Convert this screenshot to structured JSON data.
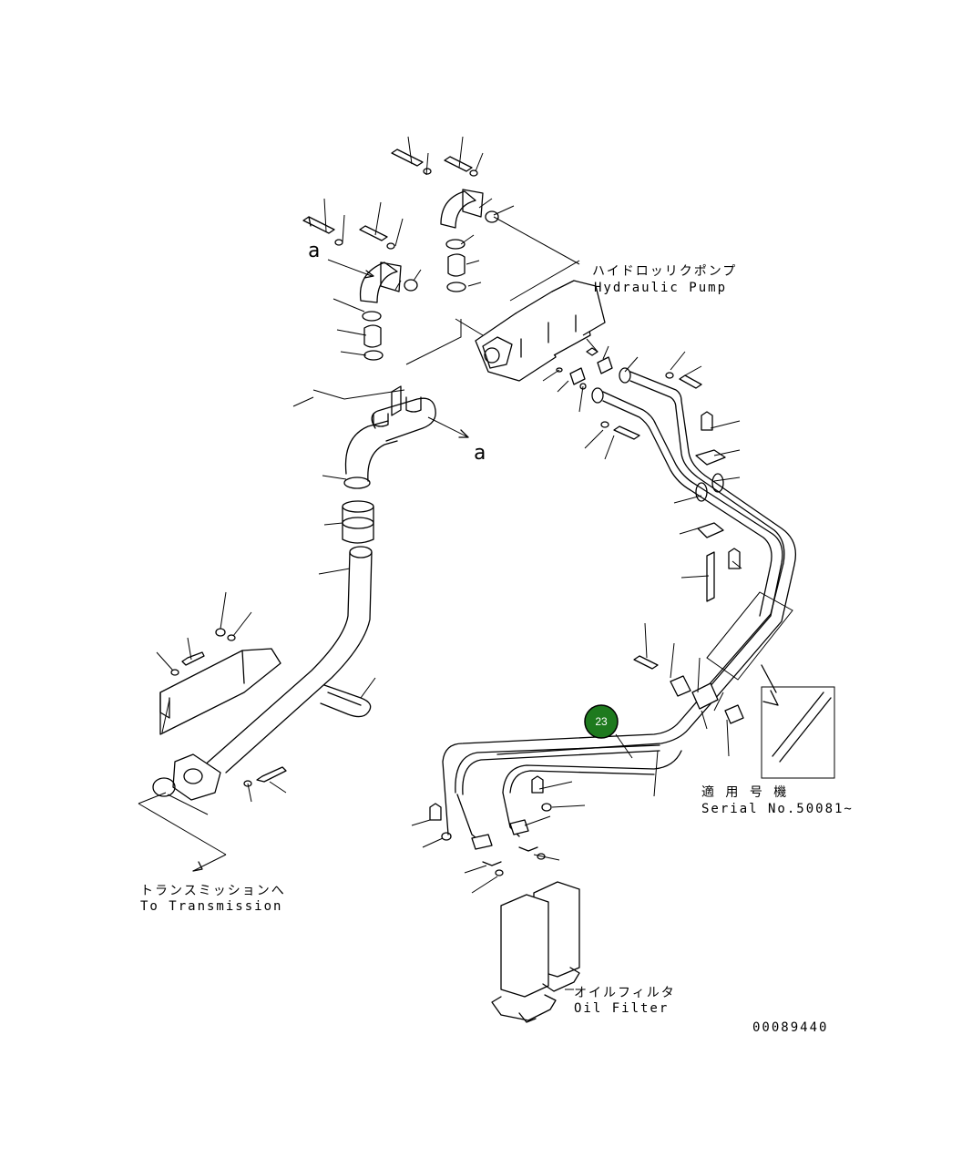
{
  "labels": {
    "hydraulic_pump_jp": "ハイドロッリクポンプ",
    "hydraulic_pump_en": "Hydraulic Pump",
    "to_transmission_jp": "トランスミッションへ",
    "to_transmission_en": "To Transmission",
    "serial_jp": "適 用 号 機",
    "serial_en": "Serial No.50081~",
    "oil_filter_jp": "オイルフィルタ",
    "oil_filter_en": "Oil Filter",
    "view_marker_top": "a",
    "view_marker_right": "a",
    "drawing_number": "00089440"
  },
  "callouts": [
    {
      "number": "23",
      "color": "#1e7a1e"
    }
  ]
}
